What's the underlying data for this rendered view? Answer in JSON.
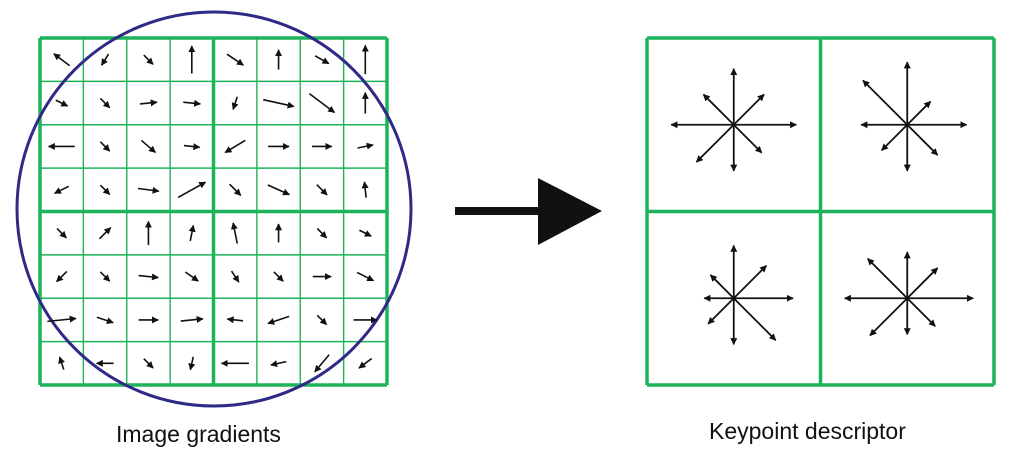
{
  "captions": {
    "left": "Image gradients",
    "right": "Keypoint descriptor"
  },
  "colors": {
    "grid": "#1db35a",
    "circle": "#2e2a86",
    "arrow": "#111111",
    "background": "#ffffff"
  },
  "left_panel": {
    "rows": 8,
    "cols": 8,
    "gradients": [
      [
        [
          -0.4,
          -0.3,
          0.45
        ],
        [
          -0.5,
          0.8,
          0.1
        ],
        [
          0.1,
          0.1,
          0.2
        ],
        [
          0.0,
          -1.0,
          0.75
        ]
      ],
      [
        [
          0.6,
          0.4,
          0.45
        ],
        [
          0.0,
          -1.0,
          0.45
        ],
        [
          0.7,
          0.4,
          0.3
        ],
        [
          0.0,
          -1.0,
          0.8
        ]
      ],
      [
        [
          0.6,
          0.3,
          0.2
        ],
        [
          0.1,
          0.1,
          0.2
        ],
        [
          1.0,
          -0.1,
          0.35
        ],
        [
          1.0,
          0.1,
          0.35
        ]
      ],
      [
        [
          -0.2,
          0.6,
          0.0
        ],
        [
          0.9,
          0.2,
          0.9
        ],
        [
          0.8,
          0.6,
          0.9
        ],
        [
          0.0,
          -1.0,
          0.5
        ]
      ],
      [
        [
          -1.0,
          0.0,
          0.7
        ],
        [
          0.1,
          0.1,
          0.2
        ],
        [
          0.7,
          0.6,
          0.4
        ],
        [
          0.9,
          0.1,
          0.3
        ]
      ],
      [
        [
          -1.0,
          0.6,
          0.6
        ],
        [
          1.0,
          0.0,
          0.5
        ],
        [
          1.0,
          0.0,
          0.45
        ],
        [
          1.0,
          -0.2,
          0.3
        ]
      ],
      [
        [
          -0.8,
          0.4,
          0.3
        ],
        [
          0.1,
          0.1,
          0.2
        ],
        [
          0.8,
          0.1,
          0.5
        ],
        [
          0.9,
          -0.5,
          0.9
        ]
      ],
      [
        [
          0.5,
          0.5,
          0.3
        ],
        [
          0.9,
          0.4,
          0.6
        ],
        [
          0.5,
          0.5,
          0.25
        ],
        [
          -0.1,
          -1.0,
          0.3
        ]
      ],
      [
        [
          0.1,
          0.1,
          0.2
        ],
        [
          0.7,
          -0.7,
          0.3
        ],
        [
          0.0,
          -1.0,
          0.6
        ],
        [
          0.1,
          -0.5,
          0.3
        ]
      ],
      [
        [
          -0.2,
          -1.0,
          0.5
        ],
        [
          0.0,
          -1.0,
          0.4
        ],
        [
          0.1,
          0.1,
          0.2
        ],
        [
          0.2,
          0.1,
          0.2
        ]
      ],
      [
        [
          -0.5,
          0.5,
          0.25
        ],
        [
          0.1,
          0.1,
          0.2
        ],
        [
          1.0,
          0.1,
          0.45
        ],
        [
          0.7,
          0.5,
          0.3
        ]
      ],
      [
        [
          0.2,
          0.3,
          0.2
        ],
        [
          0.1,
          0.1,
          0.2
        ],
        [
          0.9,
          0.0,
          0.4
        ],
        [
          0.8,
          0.4,
          0.4
        ]
      ],
      [
        [
          1.0,
          -0.1,
          0.8
        ],
        [
          0.9,
          0.3,
          0.35
        ],
        [
          1.0,
          0.0,
          0.45
        ],
        [
          1.0,
          -0.1,
          0.55
        ]
      ],
      [
        [
          -0.9,
          -0.1,
          0.3
        ],
        [
          -0.9,
          0.3,
          0.55
        ],
        [
          0.1,
          0.1,
          0.2
        ],
        [
          1.0,
          0.0,
          0.6
        ]
      ],
      [
        [
          -0.3,
          -0.9,
          0.1
        ],
        [
          -1.0,
          0.0,
          0.35
        ],
        [
          0.1,
          0.1,
          0.2
        ],
        [
          -0.2,
          0.9,
          0.0
        ]
      ],
      [
        [
          -0.9,
          0.0,
          0.75
        ],
        [
          -0.9,
          0.2,
          0.3
        ],
        [
          -0.5,
          0.6,
          0.55
        ],
        [
          -0.8,
          0.6,
          0.3
        ]
      ]
    ]
  },
  "right_panel": {
    "rows": 2,
    "cols": 2,
    "histograms": [
      [
        0.95,
        0.65,
        0.85,
        0.65,
        0.95,
        0.8,
        0.7,
        0.6
      ],
      [
        0.9,
        0.5,
        0.95,
        0.95,
        0.7,
        0.55,
        0.7,
        0.65
      ],
      [
        0.9,
        0.7,
        0.8,
        0.5,
        0.45,
        0.55,
        0.7,
        0.9
      ],
      [
        1.0,
        0.65,
        0.7,
        0.85,
        0.95,
        0.8,
        0.55,
        0.6
      ]
    ]
  }
}
